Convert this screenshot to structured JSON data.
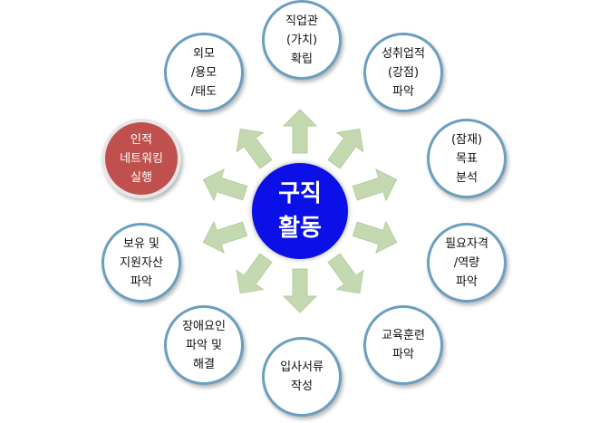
{
  "center": {
    "label": "구직\n활동"
  },
  "nodes": [
    {
      "id": "jobview",
      "label": "직업관\n(가치)\n확립"
    },
    {
      "id": "strengths",
      "label": "성취업적\n(강점)\n파악"
    },
    {
      "id": "goal",
      "label": "(잠재)\n목표\n분석"
    },
    {
      "id": "competency",
      "label": "필요자격\n/역량\n파악"
    },
    {
      "id": "training",
      "label": "교육훈련\n파악"
    },
    {
      "id": "documents",
      "label": "입사서류\n작성"
    },
    {
      "id": "obstacles",
      "label": "장애요인\n파악 및\n해결"
    },
    {
      "id": "assets",
      "label": "보유 및\n지원자산\n파악"
    },
    {
      "id": "networking",
      "label": "인적\n네트워킹\n실행"
    },
    {
      "id": "appearance",
      "label": "외모\n/용모\n/태도"
    }
  ],
  "colors": {
    "center_fill": "#0a10e6",
    "node_border": "#6a9fbf",
    "accent_fill": "#c0504d",
    "arrow_fill": "#c5d9b0"
  }
}
